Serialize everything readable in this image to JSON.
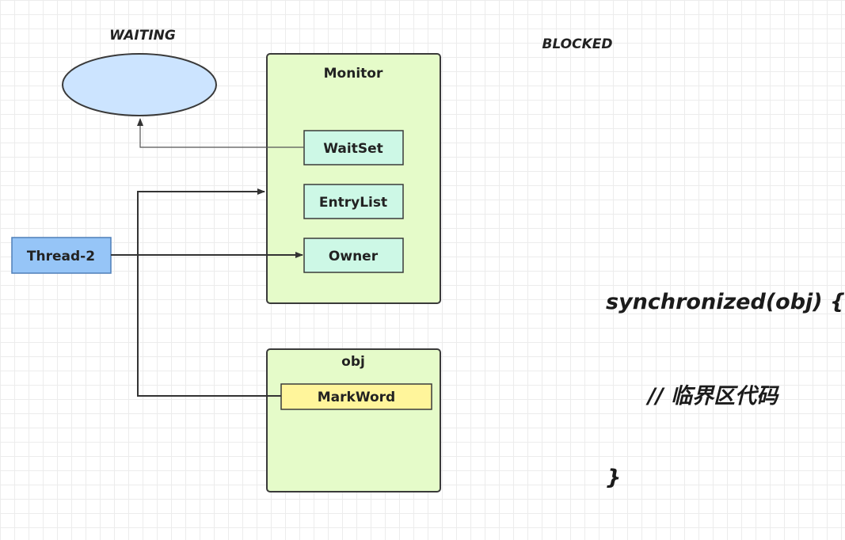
{
  "states": {
    "waiting": "WAITING",
    "blocked": "BLOCKED"
  },
  "monitor": {
    "title": "Monitor",
    "wait_set": "WaitSet",
    "entry_list": "EntryList",
    "owner": "Owner"
  },
  "thread": {
    "label": "Thread-2"
  },
  "obj": {
    "title": "obj",
    "mark_word": "MarkWord"
  },
  "code": {
    "line1": "synchronized(obj) {",
    "line2": "// 临界区代码",
    "line3": "}"
  },
  "colors": {
    "monitor_fill": "#e5fbc9",
    "inner_fill": "#cdf8e6",
    "thread_fill": "#96c5f7",
    "waiting_fill": "#cce4ff",
    "markword_fill": "#fff59b",
    "stroke": "#3a3a3a"
  }
}
